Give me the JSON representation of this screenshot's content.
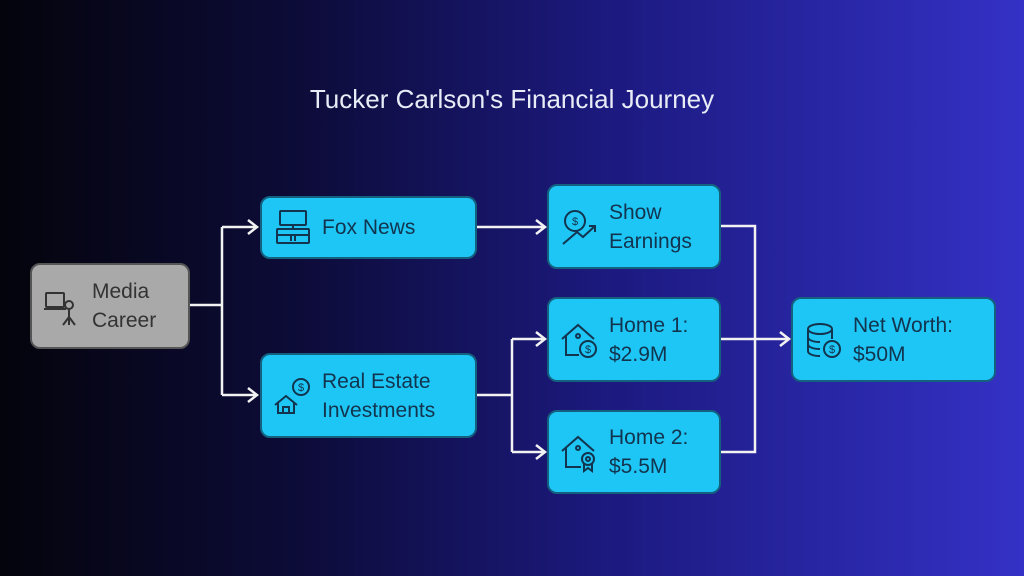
{
  "title": "Tucker Carlson's Financial Journey",
  "nodes": {
    "media": {
      "line1": "Media",
      "line2": "Career",
      "icon": "presentation-icon"
    },
    "fox": {
      "line1": "Fox News",
      "icon": "tv-desk-icon"
    },
    "realestate": {
      "line1": "Real Estate",
      "line2": "Investments",
      "icon": "house-dollar-icon"
    },
    "show": {
      "line1": "Show",
      "line2": "Earnings",
      "icon": "dollar-growth-icon"
    },
    "home1": {
      "line1": "Home 1:",
      "line2": "$2.9M",
      "icon": "house-coin-icon"
    },
    "home2": {
      "line1": "Home 2:",
      "line2": "$5.5M",
      "icon": "house-badge-icon"
    },
    "networth": {
      "line1": "Net Worth:",
      "line2": "$50M",
      "icon": "coin-stack-icon"
    }
  },
  "colors": {
    "node": "#1ec6f6",
    "root": "#a9a9a9",
    "line": "#ffffff"
  }
}
